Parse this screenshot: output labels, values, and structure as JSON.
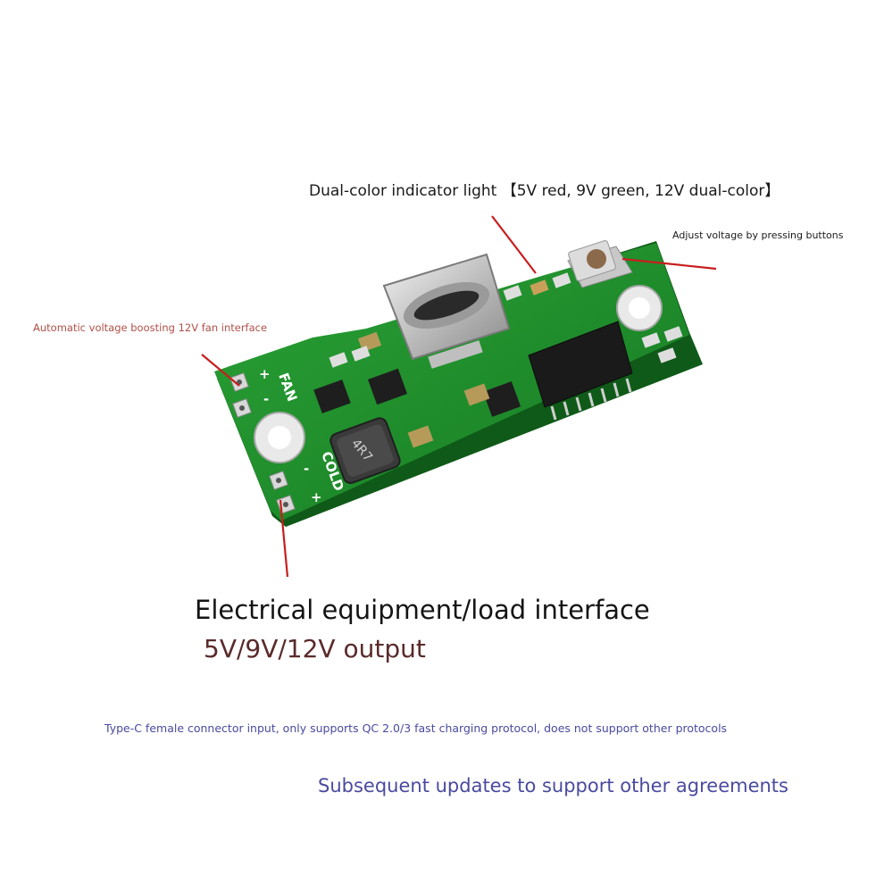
{
  "labels": {
    "indicator": "Dual-color indicator light 【5V red, 9V green, 12V dual-color】",
    "button": "Adjust voltage by pressing buttons",
    "fan": "Automatic voltage boosting 12V fan interface",
    "load": "Electrical equipment/load interface",
    "output": "5V/9V/12V output",
    "typec": "Type-C female connector input, only supports QC 2.0/3 fast charging protocol, does not support other protocols",
    "updates": "Subsequent updates to support other agreements"
  },
  "silkscreen": {
    "fan": "FAN",
    "cold": "COLD",
    "inductor": "4R7",
    "plus": "+",
    "minus": "-"
  },
  "colors": {
    "pcb": "#1f8f2a",
    "arrow": "#c81e1e"
  }
}
